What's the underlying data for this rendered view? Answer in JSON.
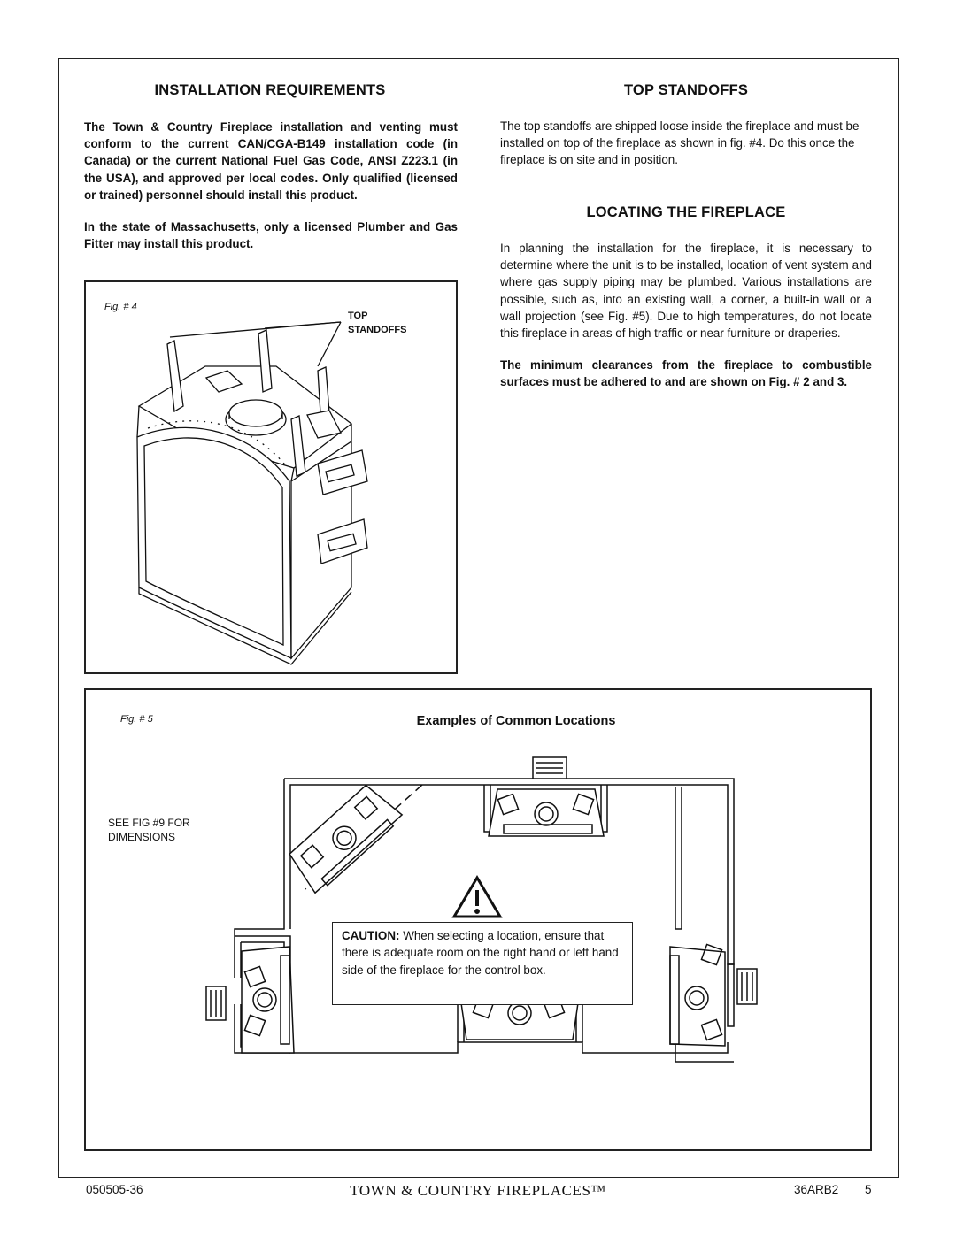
{
  "left": {
    "heading": "INSTALLATION REQUIREMENTS",
    "para1": "The Town & Country Fireplace installation and venting must conform to the current CAN/CGA-B149 installation code (in Canada) or the current National Fuel Gas Code, ANSI Z223.1 (in the USA), and approved per local codes. Only qualified (licensed or trained) personnel should install this product.",
    "para2": "In the state of Massachusetts, only a licensed Plumber and Gas Fitter may install this product."
  },
  "right": {
    "heading1": "TOP STANDOFFS",
    "para1": "The top standoffs are shipped loose inside the fireplace and must be installed on top of the fireplace as shown in fig. #4. Do this once the fireplace is on site and in position.",
    "heading2": "LOCATING THE FIREPLACE",
    "para2": "In planning the installation for the fireplace, it is necessary to determine where the unit is to be installed, location of vent system and where gas supply piping may be plumbed. Various installations are possible, such as, into an existing wall, a corner, a built-in wall or a wall projection (see Fig. #5). Due to high temperatures, do not locate this fireplace in areas of high traffic or near furniture or draperies.",
    "para3": "The minimum clearances from the fireplace to combustible surfaces must be adhered to and are shown on Fig. # 2 and 3."
  },
  "fig4": {
    "label": "Fig. # 4",
    "callout_line1": "TOP",
    "callout_line2": "STANDOFFS"
  },
  "fig5": {
    "label": "Fig. # 5",
    "title": "Examples of Common Locations",
    "note_line1": "SEE FIG #9 FOR",
    "note_line2": "DIMENSIONS",
    "caution_bold": "CAUTION:",
    "caution_text": " When selecting a location, ensure that there is adequate room on the right hand or left hand side of the fireplace for the control box."
  },
  "footer": {
    "doc_number": "050505-36",
    "brand": "TOWN & COUNTRY FIREPLACES™",
    "model": "36ARB2",
    "page": "5"
  }
}
